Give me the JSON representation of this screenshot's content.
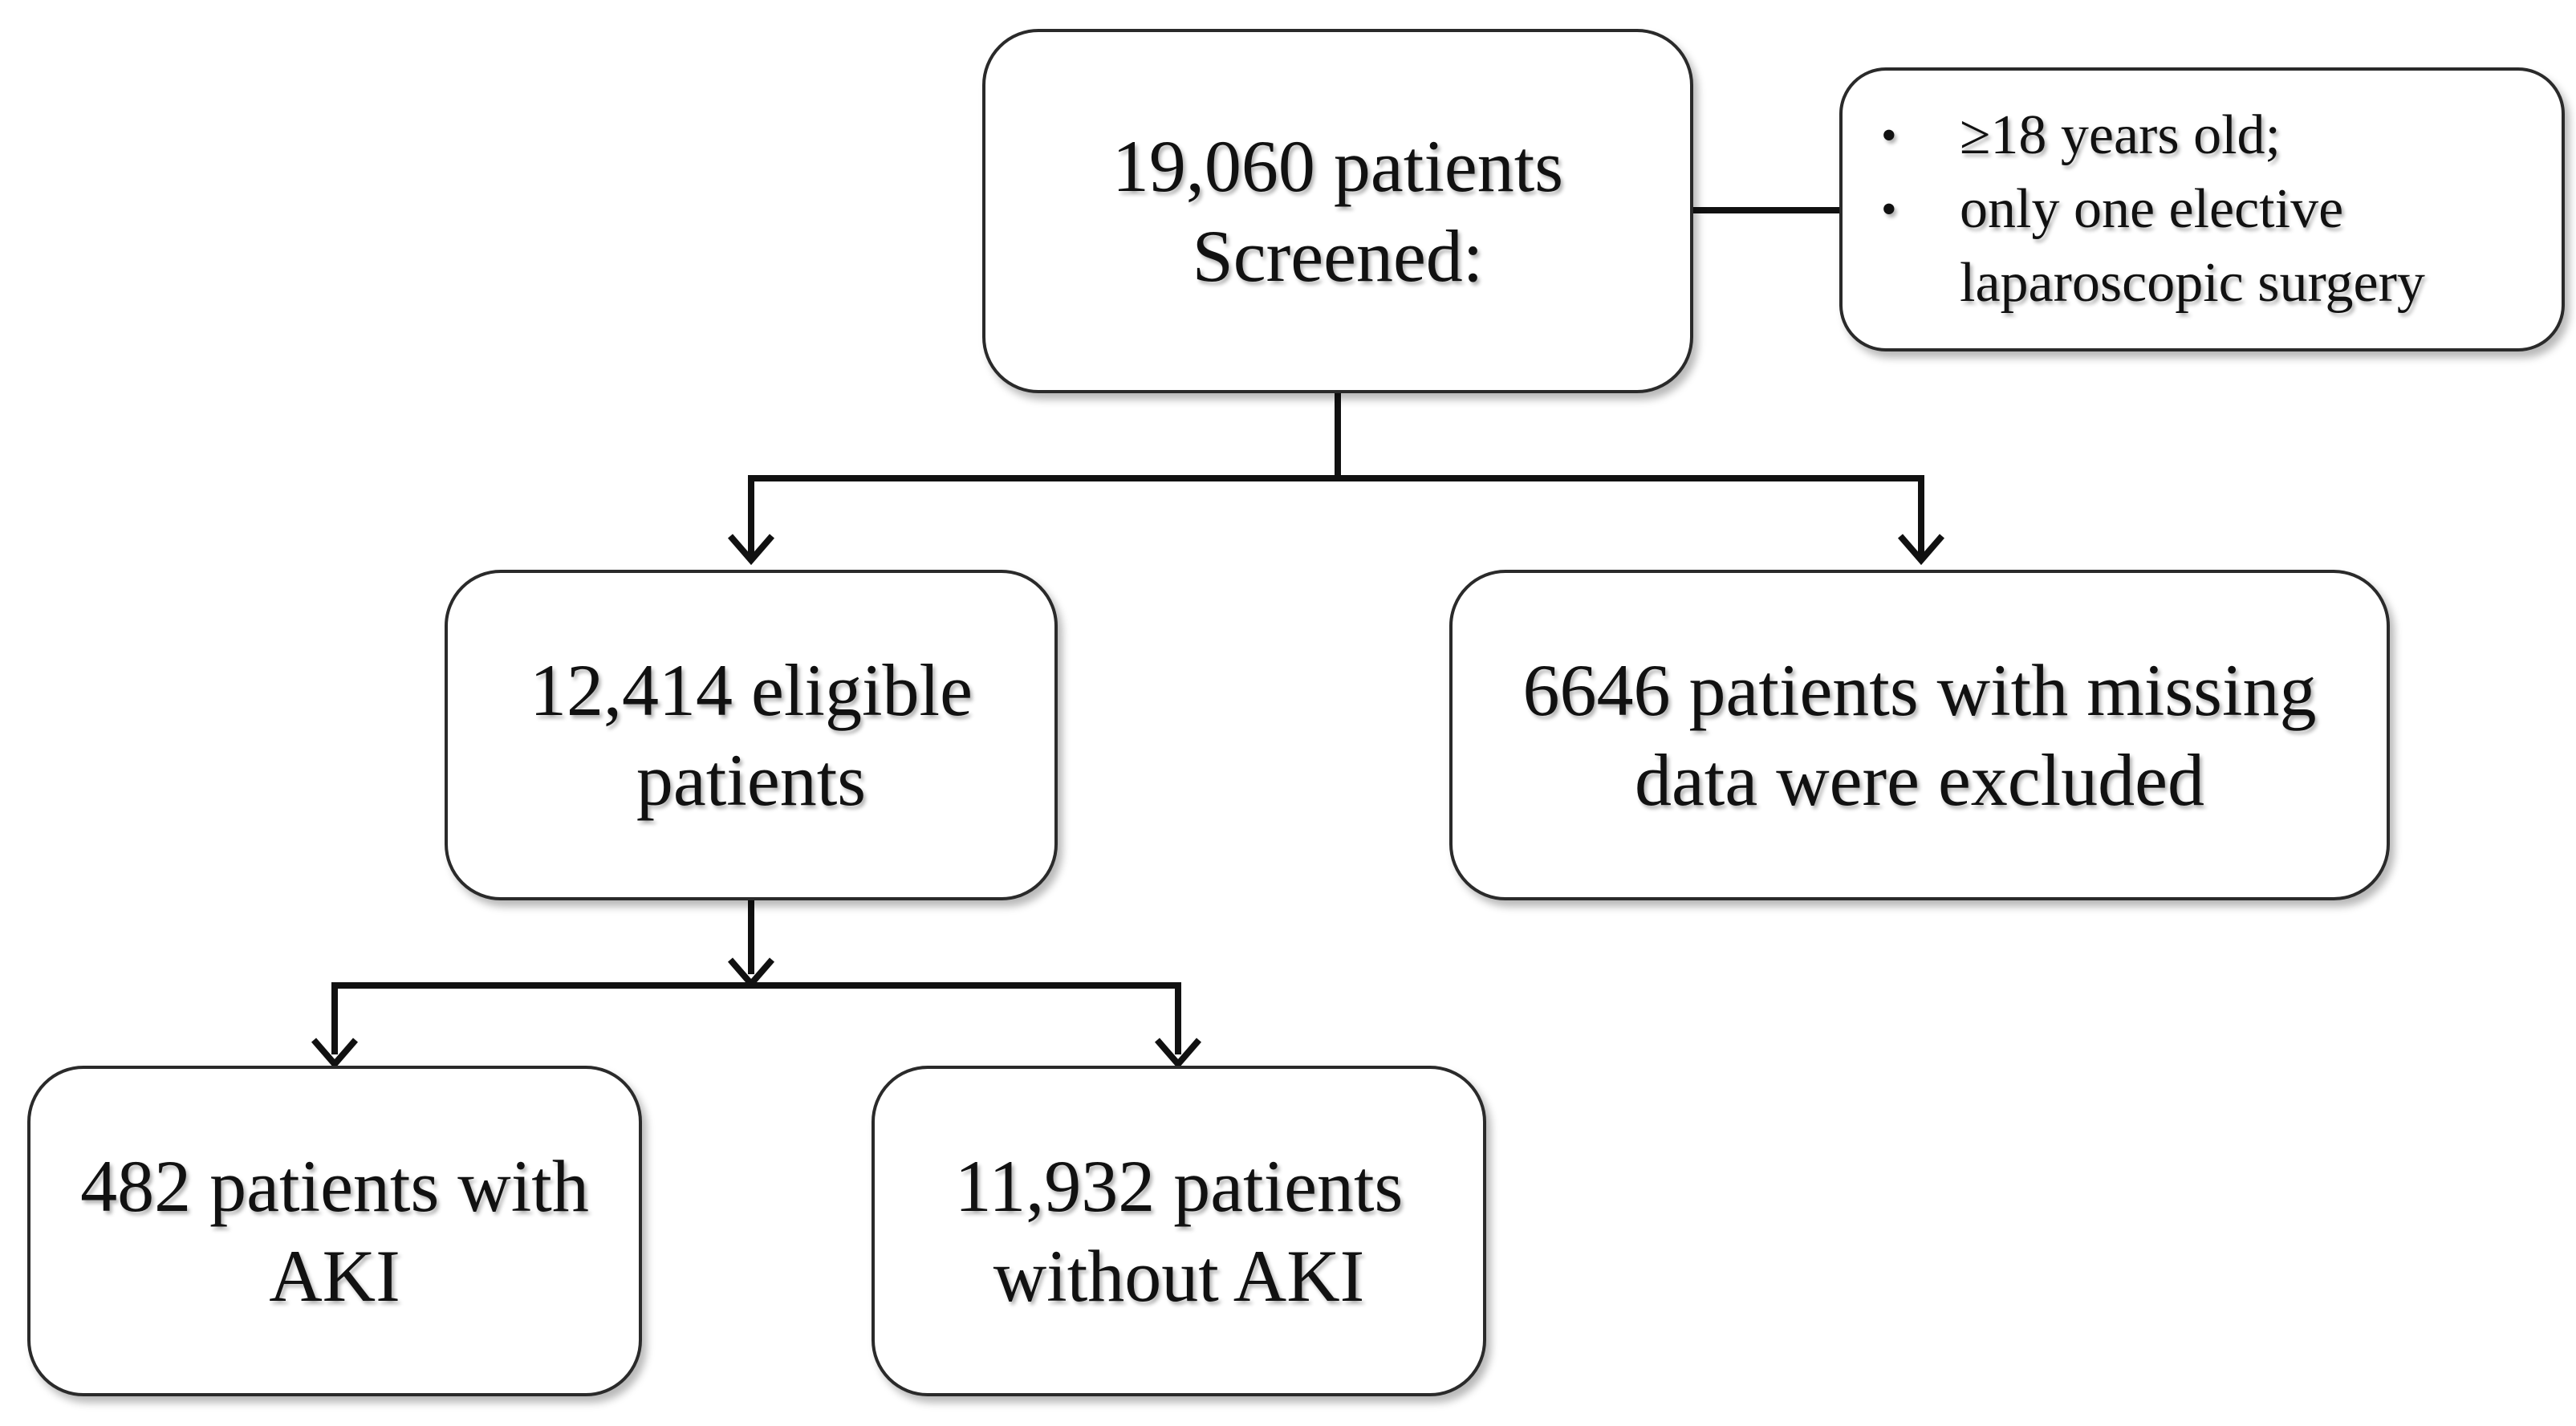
{
  "screened": {
    "line1": "19,060 patients",
    "line2": "Screened:"
  },
  "criteria": {
    "bullets": [
      "≥18 years old;",
      "only one elective",
      "laparoscopic surgery"
    ],
    "bullet_char": "•"
  },
  "eligible": {
    "line1": "12,414 eligible",
    "line2": "patients"
  },
  "excluded": {
    "line1": "6646 patients with missing",
    "line2": "data were excluded"
  },
  "aki": {
    "line1": "482 patients with",
    "line2": "AKI"
  },
  "no_aki": {
    "line1": "11,932 patients",
    "line2": "without AKI"
  }
}
